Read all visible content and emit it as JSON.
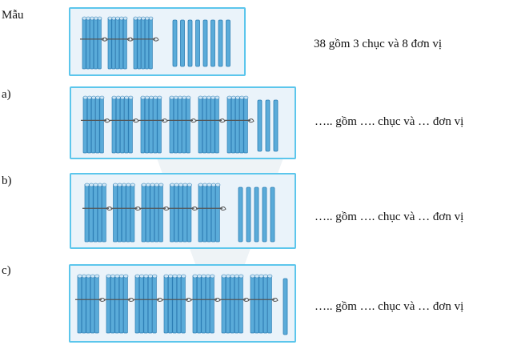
{
  "example": {
    "label": "Mẫu",
    "sentence": "38 gồm 3 chục và 8 đơn vị",
    "bundles": 3,
    "sticks": 8
  },
  "exercises": [
    {
      "label": "a)",
      "sentence": "….. gồm …. chục và … đơn vị",
      "bundles": 6,
      "sticks": 3
    },
    {
      "label": "b)",
      "sentence": "….. gồm …. chục và … đơn vị",
      "bundles": 5,
      "sticks": 5
    },
    {
      "label": "c)",
      "sentence": "….. gồm …. chục và … đơn vị",
      "bundles": 7,
      "sticks": 1
    }
  ],
  "colors": {
    "stick_fill": "#5aabd9",
    "stick_dark": "#2e7fb5",
    "box_border": "#5cc6ec",
    "box_fill": "#eaf3fa"
  }
}
